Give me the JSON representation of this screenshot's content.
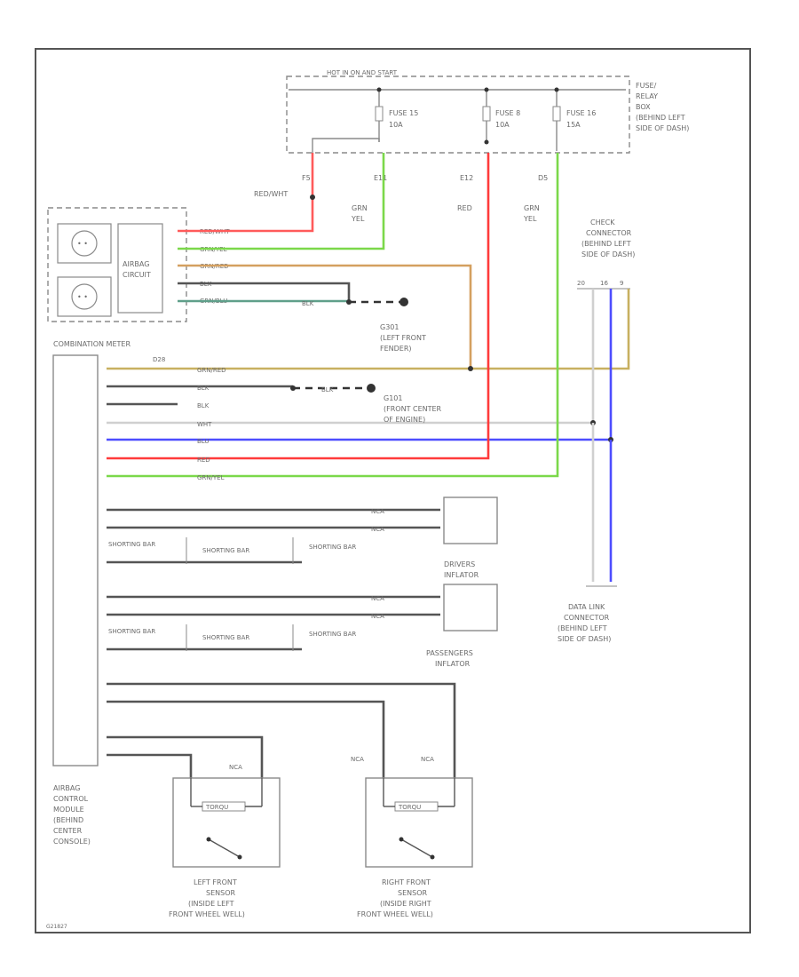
{
  "colors": {
    "red": "#ff3b3b",
    "green": "#7bd84a",
    "gray": "#8a8a8a",
    "blue": "#4d4dff",
    "orange": "#d4a060",
    "black": "#3a3a3a"
  },
  "fuse_box": {
    "header": "HOT IN ON AND START",
    "fuses": [
      {
        "label": "FUSE 15",
        "amps": "10A"
      },
      {
        "label": "FUSE 8",
        "amps": "10A"
      },
      {
        "label": "FUSE 16",
        "amps": "15A"
      }
    ],
    "location": [
      "FUSE/",
      "RELAY",
      "BOX",
      "(BEHIND LEFT",
      "SIDE OF DASH)"
    ]
  },
  "terminals": {
    "f5": "F5",
    "e11": "E11",
    "e12": "E12",
    "d5": "D5"
  },
  "wire_labels": {
    "red_wht": "RED/WHT",
    "grn_yel": [
      "GRN",
      "YEL"
    ],
    "red": "RED",
    "grn_yel_2": [
      "GRN",
      "YEL"
    ]
  },
  "meter_pins": [
    "RED/WHT",
    "GRN/YEL",
    "GRN/RED",
    "BLK",
    "GRN/BLU"
  ],
  "airbag_circuit": [
    "AIRBAG",
    "CIRCUIT"
  ],
  "combination_meter": "COMBINATION METER",
  "ground_g301": [
    "G301",
    "(LEFT FRONT",
    "FENDER)"
  ],
  "ground_g101": [
    "G101",
    "(FRONT CENTER",
    "OF ENGINE)"
  ],
  "blk_label": "BLK",
  "check_connector": [
    "CHECK",
    "CONNECTOR",
    "(BEHIND LEFT",
    "SIDE OF DASH)"
  ],
  "module_wires": [
    "GRN/RED",
    "BLK",
    "BLK",
    "WHT",
    "BLU",
    "RED",
    "GRN/YEL"
  ],
  "shorting_bar": "SHORTING BAR",
  "nca": "NCA",
  "drivers_inflator": [
    "DRIVERS",
    "INFLATOR"
  ],
  "passengers_inflator": [
    "PASSENGERS",
    "INFLATOR"
  ],
  "data_link": [
    "DATA LINK",
    "CONNECTOR",
    "(BEHIND LEFT",
    "SIDE OF DASH)"
  ],
  "airbag_module": [
    "AIRBAG",
    "CONTROL",
    "MODULE",
    "(BEHIND",
    "CENTER",
    "CONSOLE)"
  ],
  "left_sensor": [
    "LEFT FRONT",
    "SENSOR",
    "(INSIDE LEFT",
    "FRONT WHEEL WELL)"
  ],
  "right_sensor": [
    "RIGHT FRONT",
    "SENSOR",
    "(INSIDE RIGHT",
    "FRONT WHEEL WELL)"
  ],
  "resistor_label": "TORQU",
  "footer": "G21827"
}
